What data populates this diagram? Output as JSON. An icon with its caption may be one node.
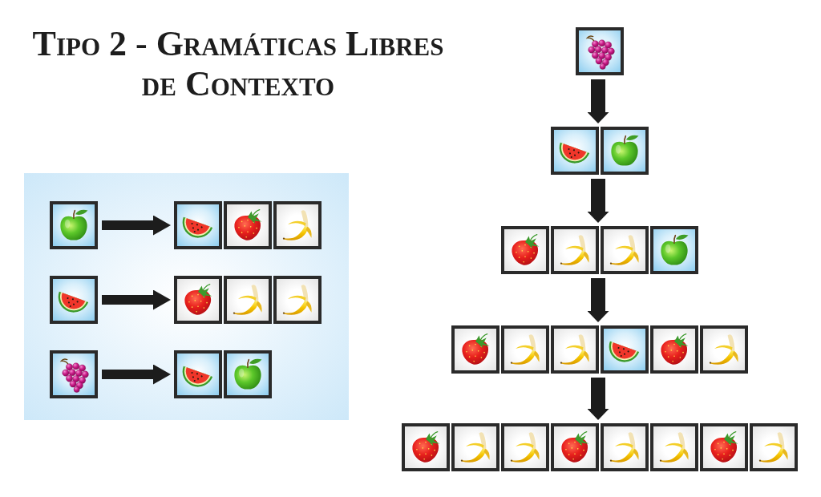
{
  "diagram": {
    "title": "Tipo 2 - Gramáticas Libres de Contexto",
    "nodes": [
      {
        "text": [],
        "shape": "box"
      },
      {
        "text": [],
        "shape": "picture",
        "in": 0
      },
      {
        "text": [],
        "shape": "picture",
        "in": 0
      },
      {
        "text": [],
        "shape": "picture",
        "in": 0
      },
      {
        "text": [],
        "shape": "picture",
        "in": 0
      },
      {
        "text": [],
        "shape": "picture",
        "in": 0
      },
      {
        "text": [],
        "shape": "picture",
        "in": 0
      },
      {
        "text": [],
        "shape": "picture",
        "in": 0
      },
      {
        "text": [],
        "shape": "picture",
        "in": 0
      },
      {
        "text": [],
        "shape": "picture",
        "in": 0
      },
      {
        "text": [],
        "shape": "picture",
        "in": 0
      },
      {
        "text": [],
        "shape": "picture",
        "in": 0
      },
      {
        "text": [],
        "shape": "picture"
      },
      {
        "text": [],
        "shape": "picture"
      },
      {
        "text": [],
        "shape": "picture"
      },
      {
        "text": [],
        "shape": "picture"
      },
      {
        "text": [],
        "shape": "picture"
      },
      {
        "text": [],
        "shape": "picture"
      },
      {
        "text": [],
        "shape": "picture"
      },
      {
        "text": [],
        "shape": "picture"
      },
      {
        "text": [],
        "shape": "picture"
      },
      {
        "text": [],
        "shape": "picture"
      },
      {
        "text": [],
        "shape": "picture"
      },
      {
        "text": [],
        "shape": "picture"
      },
      {
        "text": [],
        "shape": "picture"
      },
      {
        "text": [],
        "shape": "picture"
      },
      {
        "text": [],
        "shape": "picture"
      },
      {
        "text": [],
        "shape": "picture"
      },
      {
        "text": [],
        "shape": "picture"
      },
      {
        "text": [],
        "shape": "picture"
      },
      {
        "text": [],
        "shape": "picture"
      },
      {
        "text": [],
        "shape": "picture"
      },
      {
        "text": [],
        "shape": "picture"
      }
    ],
    "edges": [
      {
        "from": 1,
        "to": 2,
        "arrow": "to"
      },
      {
        "from": 5,
        "to": 6,
        "arrow": "to"
      },
      {
        "from": 9,
        "to": 10,
        "arrow": "to"
      },
      {
        "from": 12,
        "to": 13,
        "arrow": "to"
      },
      {
        "from": 13,
        "to": 16,
        "arrow": "to"
      },
      {
        "from": 16,
        "to": 21,
        "arrow": "to"
      },
      {
        "from": 21,
        "to": 28,
        "arrow": "to"
      }
    ]
  }
}
